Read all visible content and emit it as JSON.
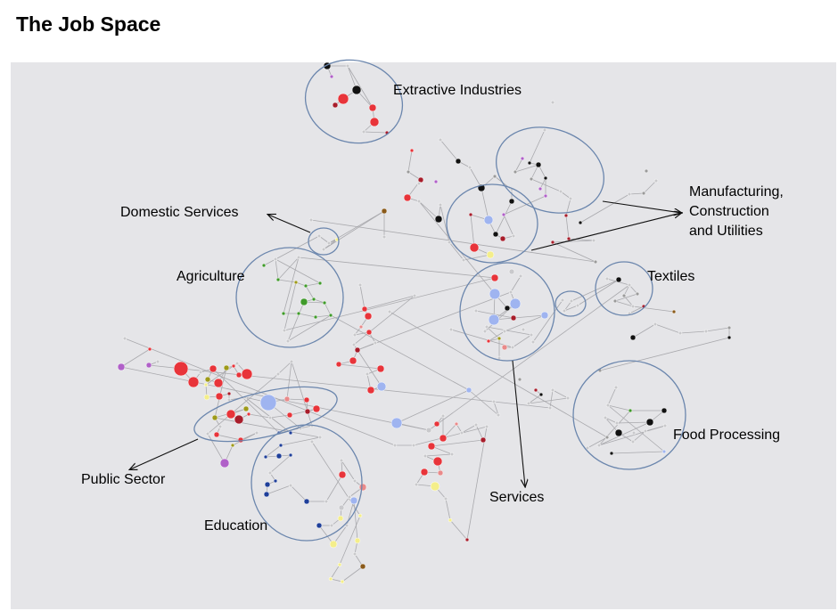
{
  "title": "The Job Space",
  "colors": {
    "panel_background": "#e5e5e8",
    "cluster_outline": "#6b86ad",
    "edge": "#a9a9ad",
    "node_red": "#e8343a",
    "node_dark_red": "#a81d2b",
    "node_black": "#111111",
    "node_gray": "#9a9a9a",
    "node_light_gray": "#c9c9cc",
    "node_pink": "#e98a8a",
    "node_green": "#3f9a2a",
    "node_olive": "#9e9a1a",
    "node_yellow": "#f4ee8a",
    "node_blue": "#1f3f9a",
    "node_light_blue": "#9fb4f0",
    "node_purple": "#b060c8",
    "node_brown": "#8a5a1a"
  },
  "clusters": {
    "extractive": {
      "label": "Extractive Industries"
    },
    "manufacturing": {
      "label_line1": "Manufacturing,",
      "label_line2": "Construction",
      "label_line3": "and Utilities"
    },
    "domestic": {
      "label": "Domestic Services"
    },
    "agriculture": {
      "label": "Agriculture"
    },
    "textiles": {
      "label": "Textiles"
    },
    "food": {
      "label": "Food Processing"
    },
    "public": {
      "label": "Public Sector"
    },
    "services": {
      "label": "Services"
    },
    "education": {
      "label": "Education"
    }
  }
}
